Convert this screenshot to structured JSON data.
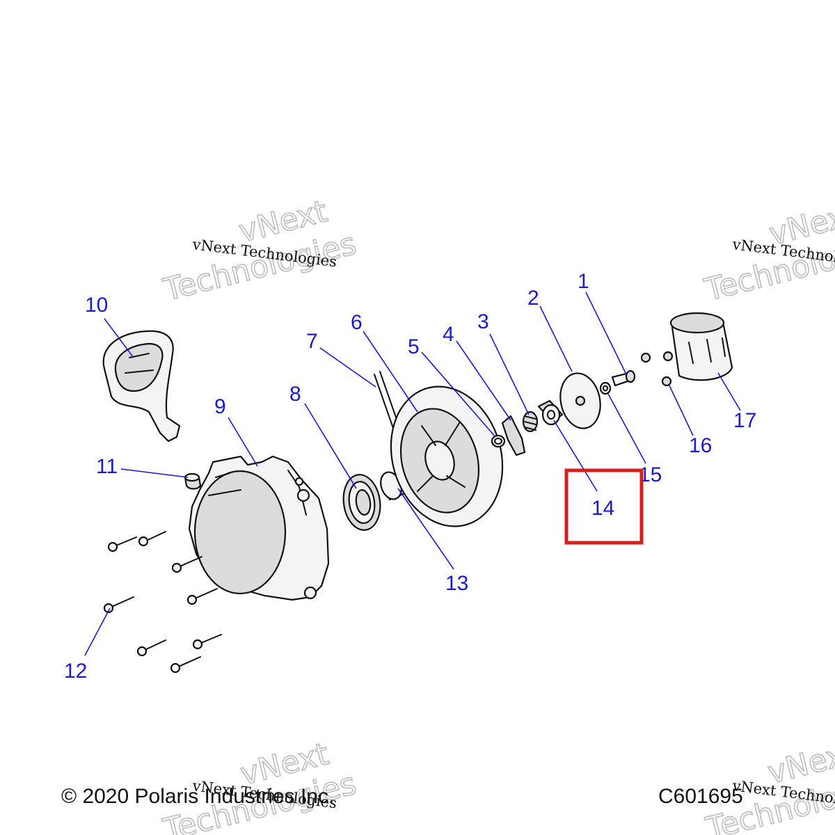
{
  "callouts": [
    {
      "id": 1,
      "label": "1"
    },
    {
      "id": 2,
      "label": "2"
    },
    {
      "id": 3,
      "label": "3"
    },
    {
      "id": 4,
      "label": "4"
    },
    {
      "id": 5,
      "label": "5"
    },
    {
      "id": 6,
      "label": "6"
    },
    {
      "id": 7,
      "label": "7"
    },
    {
      "id": 8,
      "label": "8"
    },
    {
      "id": 9,
      "label": "9"
    },
    {
      "id": 10,
      "label": "10"
    },
    {
      "id": 11,
      "label": "11"
    },
    {
      "id": 12,
      "label": "12"
    },
    {
      "id": 13,
      "label": "13"
    },
    {
      "id": 14,
      "label": "14"
    },
    {
      "id": 15,
      "label": "15"
    },
    {
      "id": 16,
      "label": "16"
    },
    {
      "id": 17,
      "label": "17"
    }
  ],
  "highlight": {
    "target_callout": "14",
    "color": "#d42020"
  },
  "callout_color": "#1a1acc",
  "watermark": {
    "line_small": "vNext Technologies",
    "line_big_1": "vNext",
    "line_big_2": "Technologies"
  },
  "footer": {
    "copyright": "© 2020 Polaris Industries Inc.",
    "figure_code": "C601695"
  }
}
